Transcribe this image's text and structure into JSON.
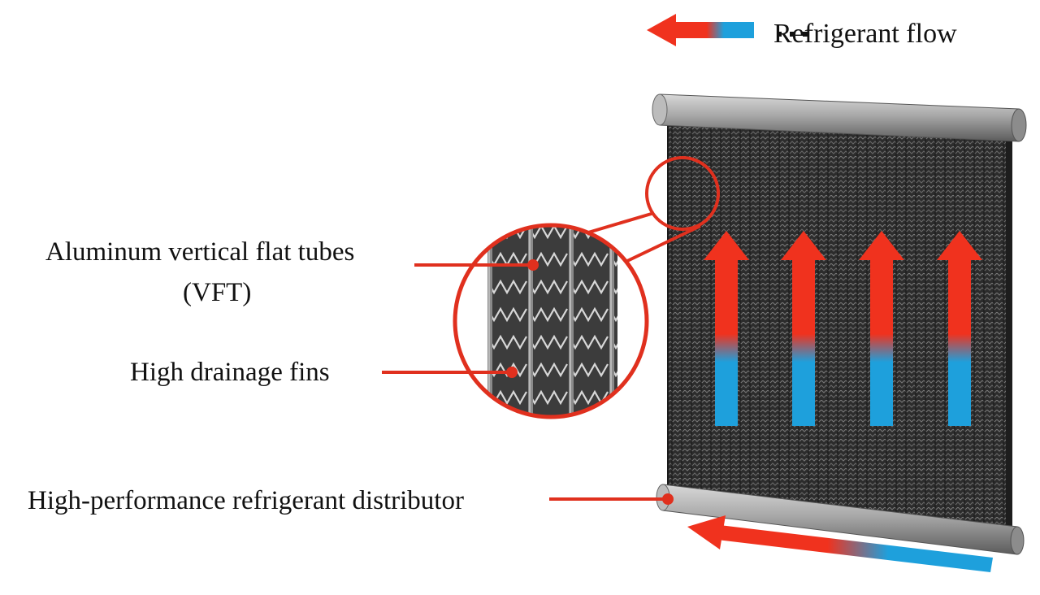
{
  "legend": {
    "text": "Refrigerant flow"
  },
  "labels": {
    "vft_line1": "Aluminum vertical flat tubes",
    "vft_line2": "(VFT)",
    "fins": "High drainage fins",
    "distributor": "High-performance refrigerant distributor"
  },
  "colors": {
    "hot": "#f0321e",
    "cold": "#1ea0dc",
    "callout": "#e0301e",
    "core": "#3a3a3a",
    "header": "#9a9a9a"
  },
  "icons": {
    "flow_arrow": "gradient-arrow-left-icon",
    "magnifier": "magnifier-circle-icon"
  }
}
